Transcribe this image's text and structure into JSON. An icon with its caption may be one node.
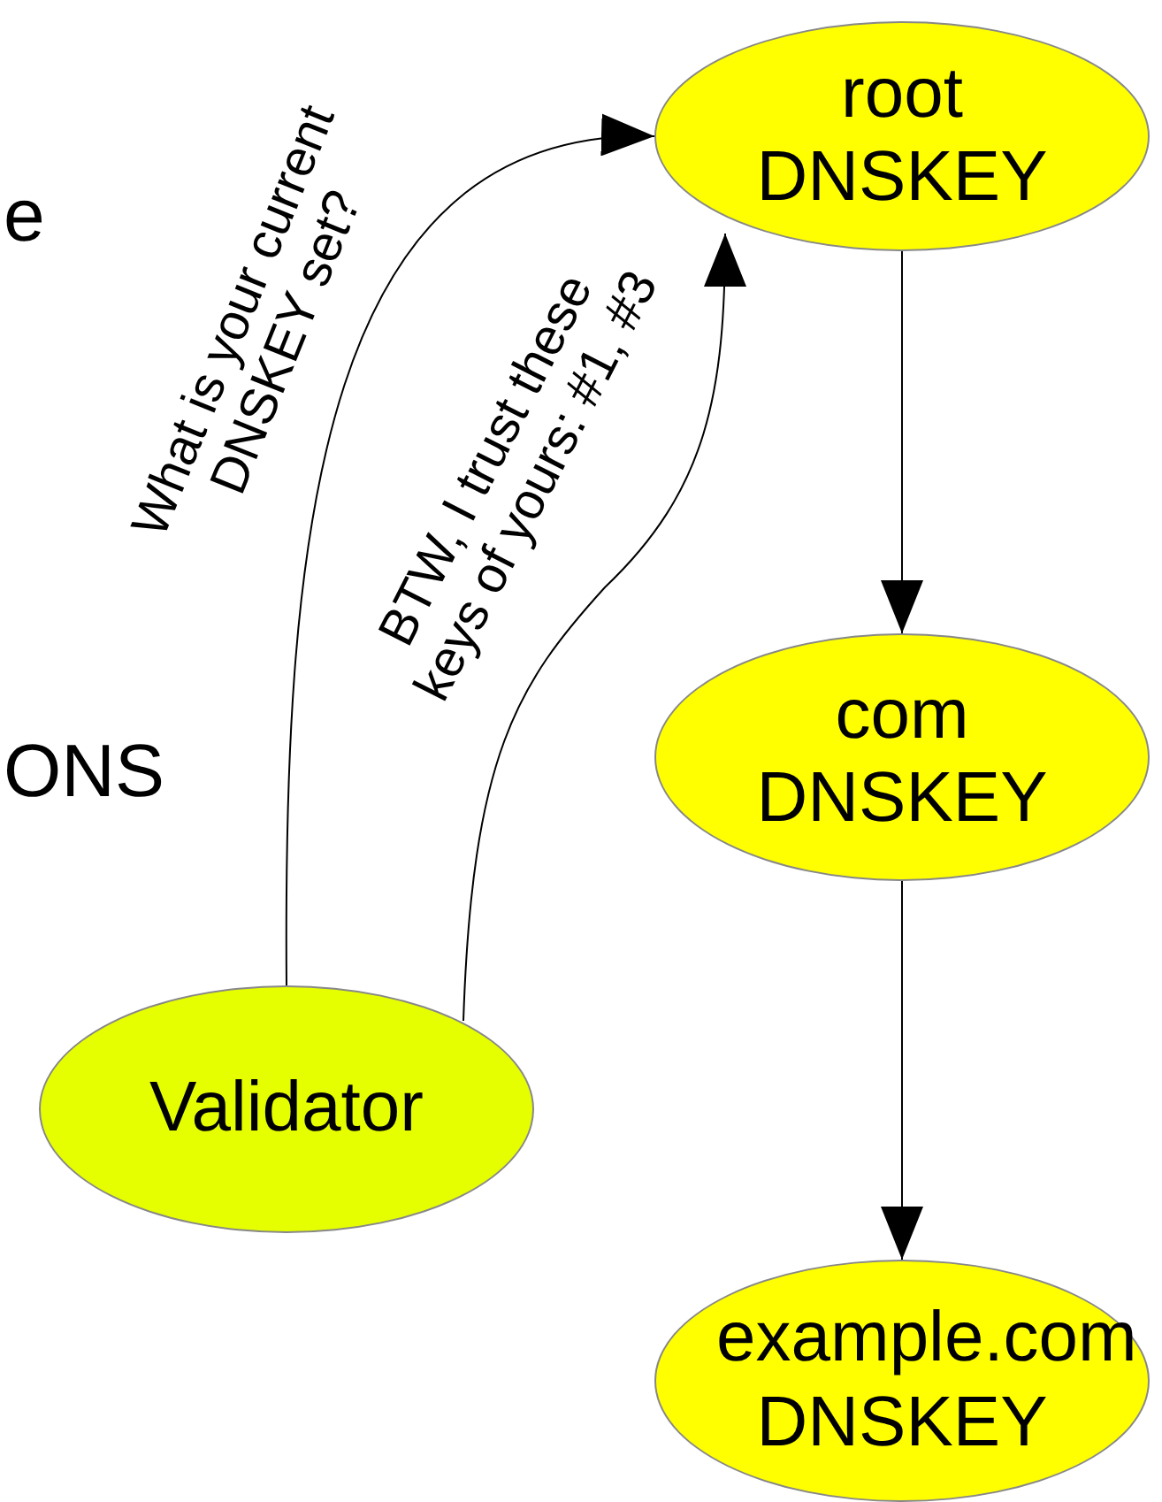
{
  "diagram": {
    "nodes": [
      {
        "text": [
          "root DNSKEY"
        ]
      },
      {
        "text": [
          "com DNSKEY"
        ]
      },
      {
        "text": [
          "example.com DNSKEY"
        ]
      },
      {
        "text": [
          "Validator"
        ]
      }
    ],
    "edges": [
      {
        "from": 0,
        "to": 1,
        "arrow": "to"
      },
      {
        "from": 1,
        "to": 2,
        "arrow": "to"
      },
      {
        "from": 3,
        "to": 0,
        "arrow": "to",
        "label": "What is your current DNSKEY set?"
      },
      {
        "from": 3,
        "to": 0,
        "arrow": "to",
        "label": "BTW, I trust these keys of yours: #1, #3"
      }
    ],
    "labels": [
      "e",
      "ONS"
    ]
  }
}
